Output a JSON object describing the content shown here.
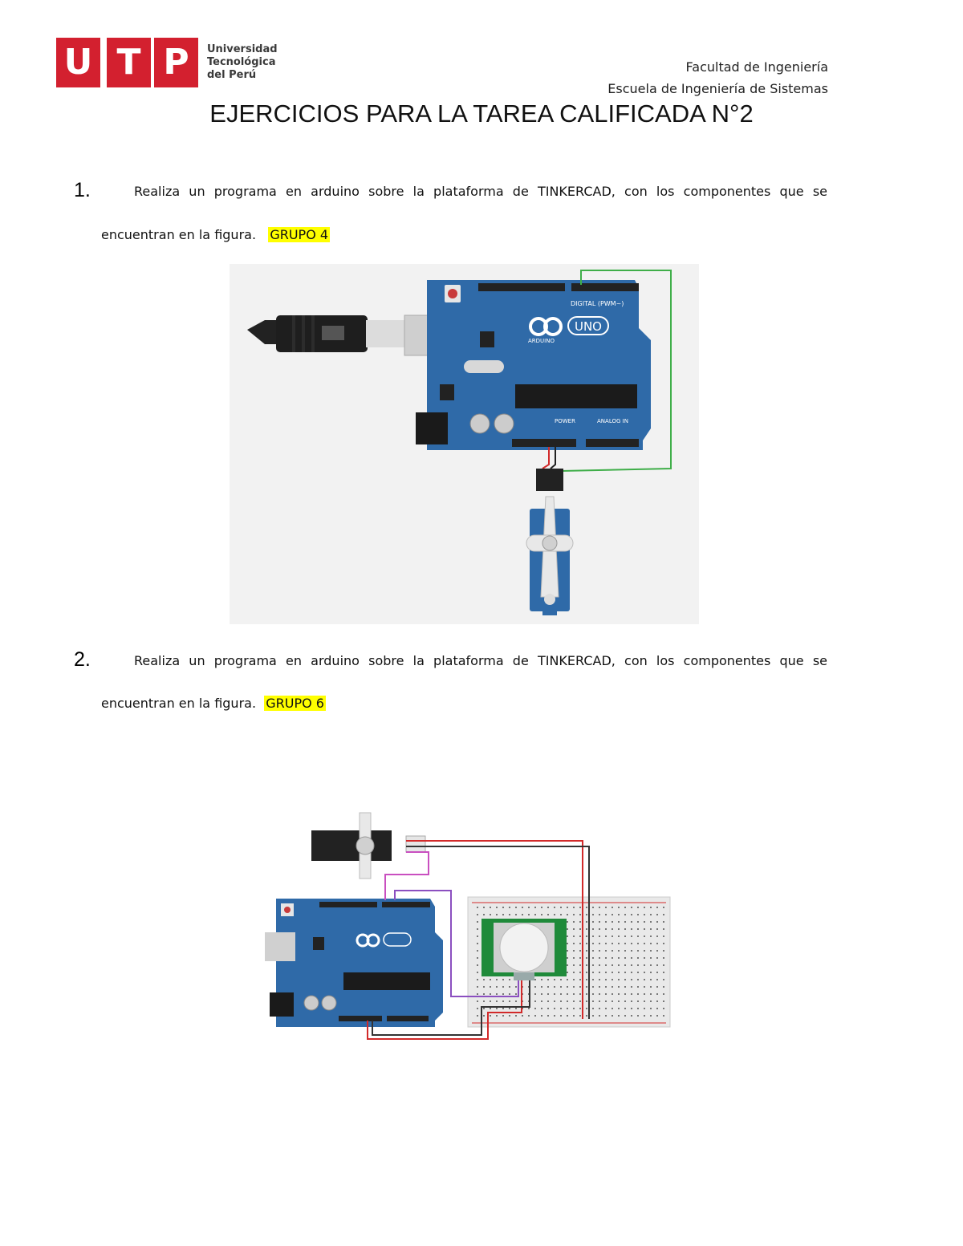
{
  "header": {
    "logo": {
      "letters": [
        "U",
        "T",
        "P"
      ],
      "name_lines": [
        "Universidad",
        "Tecnológica",
        "del Perú"
      ]
    },
    "faculty": "Facultad de Ingeniería",
    "school": "Escuela de Ingeniería de Sistemas"
  },
  "title": "EJERCICIOS PARA LA TAREA CALIFICADA N°2",
  "exercises": [
    {
      "number": "1.",
      "line1": "Realiza un programa en arduino sobre la plataforma de TINKERCAD, con los componentes que se",
      "line2": "encuentran en la figura.",
      "group": "GRUPO 4"
    },
    {
      "number": "2.",
      "line1": "Realiza un programa en arduino sobre la plataforma de TINKERCAD, con los componentes que se",
      "line2": "encuentran en la figura.",
      "group": "GRUPO 6"
    }
  ],
  "board_labels": {
    "uno": "UNO",
    "arduino": "ARDUINO",
    "digital": "DIGITAL (PWM~)",
    "power": "POWER",
    "analog": "ANALOG IN"
  },
  "colors": {
    "utp_red": "#d3202f",
    "board_blue": "#2f6aa8",
    "highlight": "#ffff00",
    "wire_green": "#3fae49",
    "wire_red": "#d22a2a",
    "wire_purple": "#8b4fc0",
    "wire_pink": "#c94fc0",
    "pcb_green": "#1f8a3a"
  }
}
